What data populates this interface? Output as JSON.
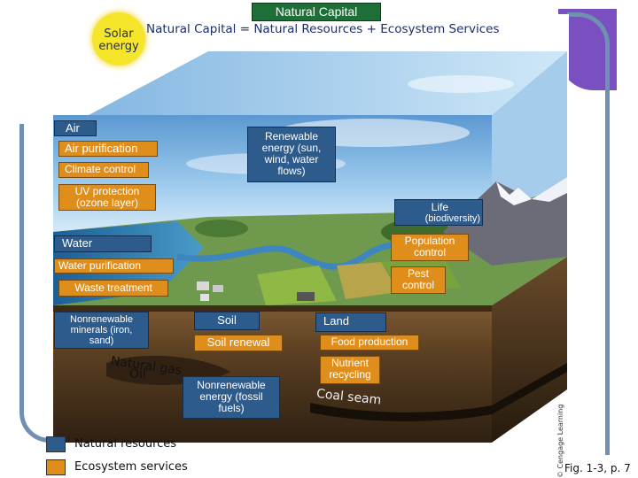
{
  "header": {
    "tag": "Natural Capital",
    "equation": "Natural Capital = Natural Resources + Ecosystem Services",
    "solar": "Solar energy"
  },
  "labels": {
    "air": "Air",
    "air_purification": "Air purification",
    "climate_control": "Climate control",
    "uv_protection": "UV protection (ozone layer)",
    "renewable_energy": "Renewable energy (sun, wind, water flows)",
    "life": "Life",
    "biodiversity": "(biodiversity)",
    "water": "Water",
    "population_control": "Population control",
    "water_purification": "Water purification",
    "pest_control": "Pest control",
    "waste_treatment": "Waste treatment",
    "nonrenewable_minerals": "Nonrenewable minerals (iron, sand)",
    "soil": "Soil",
    "land": "Land",
    "soil_renewal": "Soil renewal",
    "food_production": "Food production",
    "natural_gas": "Natural gas",
    "oil": "Oil",
    "nonrenewable_energy": "Nonrenewable energy (fossil fuels)",
    "nutrient_recycling": "Nutrient recycling",
    "coal_seam": "Coal seam"
  },
  "legend": {
    "resources": "Natural resources",
    "services": "Ecosystem services"
  },
  "footer": {
    "credit": "© Cengage Learning",
    "figure": "Fig. 1-3, p. 7"
  },
  "colors": {
    "resource_blue": "#2d5b8c",
    "service_orange": "#e08e1b",
    "title_green": "#1e6e37"
  }
}
